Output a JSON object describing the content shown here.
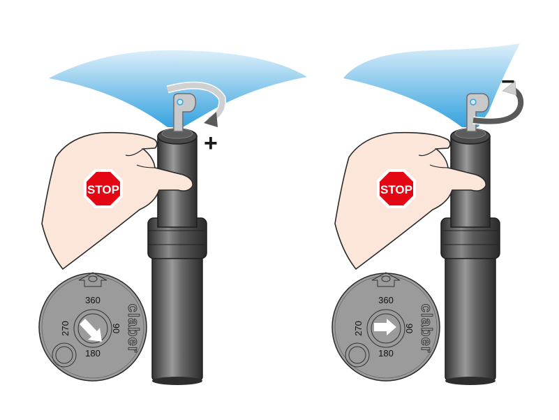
{
  "panels": [
    {
      "id": "increase-arc",
      "adjust_symbol": "+",
      "stop_label": "STOP",
      "dial": {
        "top": "360",
        "left": "270",
        "right": "90",
        "bottom": "180",
        "arrow_direction": "down-right"
      },
      "rotation": "clockwise"
    },
    {
      "id": "decrease-arc",
      "adjust_symbol": "−",
      "stop_label": "STOP",
      "dial": {
        "top": "360",
        "left": "270",
        "right": "90",
        "bottom": "180",
        "arrow_direction": "right"
      },
      "rotation": "counter-clockwise"
    }
  ],
  "logo_text": "claber",
  "colors": {
    "spray_top": "#d6ecf9",
    "spray_bottom": "#36a2df",
    "stop_red": "#e30613",
    "skin": "#fce6da",
    "body_dark": "#3c3c3c",
    "dial_gray": "#9b9b9b",
    "key_gray": "#c8c9ca"
  }
}
